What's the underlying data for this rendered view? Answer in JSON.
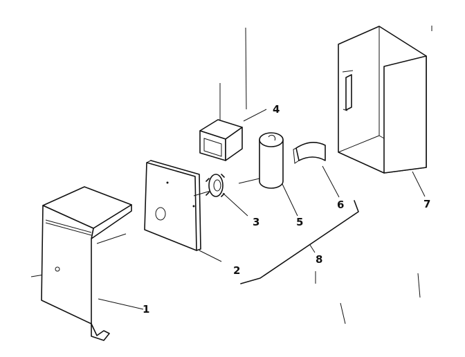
{
  "diagram": {
    "callouts": {
      "p1": "1",
      "p2": "2",
      "p3": "3",
      "p4": "4",
      "p5": "5",
      "p6": "6",
      "p7": "7",
      "p8": "8"
    }
  }
}
